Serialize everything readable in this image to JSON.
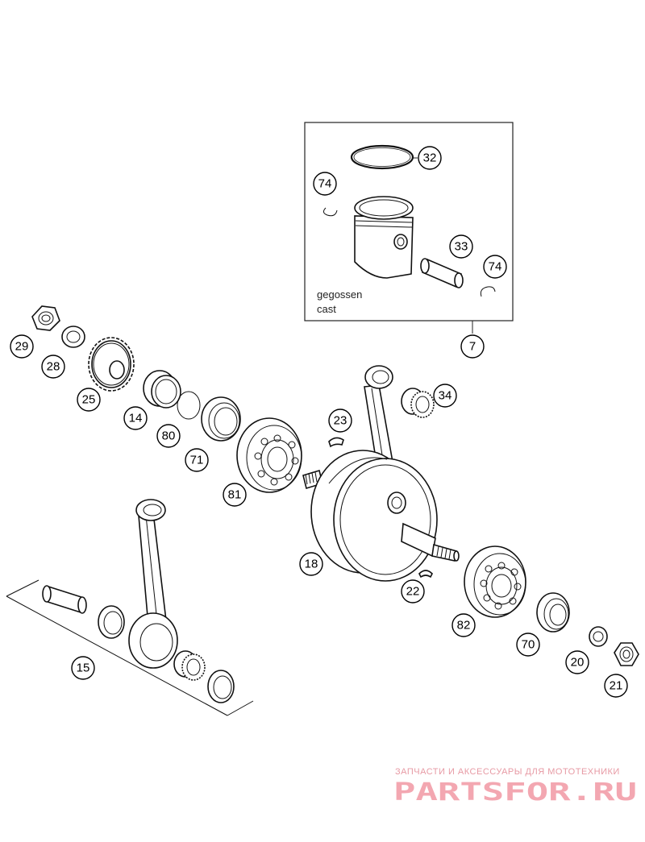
{
  "inset": {
    "line1": "gegossen",
    "line2": "cast"
  },
  "callouts": [
    {
      "id": "32",
      "label": "32"
    },
    {
      "id": "74a",
      "label": "74"
    },
    {
      "id": "33",
      "label": "33"
    },
    {
      "id": "74b",
      "label": "74"
    },
    {
      "id": "7",
      "label": "7"
    },
    {
      "id": "29",
      "label": "29"
    },
    {
      "id": "28",
      "label": "28"
    },
    {
      "id": "25",
      "label": "25"
    },
    {
      "id": "14",
      "label": "14"
    },
    {
      "id": "80",
      "label": "80"
    },
    {
      "id": "71",
      "label": "71"
    },
    {
      "id": "81",
      "label": "81"
    },
    {
      "id": "23",
      "label": "23"
    },
    {
      "id": "34",
      "label": "34"
    },
    {
      "id": "18",
      "label": "18"
    },
    {
      "id": "22",
      "label": "22"
    },
    {
      "id": "82",
      "label": "82"
    },
    {
      "id": "70",
      "label": "70"
    },
    {
      "id": "20",
      "label": "20"
    },
    {
      "id": "21",
      "label": "21"
    },
    {
      "id": "15",
      "label": "15"
    }
  ],
  "watermark": {
    "top": "ЗАПЧАСТИ И АКСЕССУАРЫ ДЛЯ МОТОТЕХНИКИ",
    "logo": "PARTSFOR.RU"
  }
}
